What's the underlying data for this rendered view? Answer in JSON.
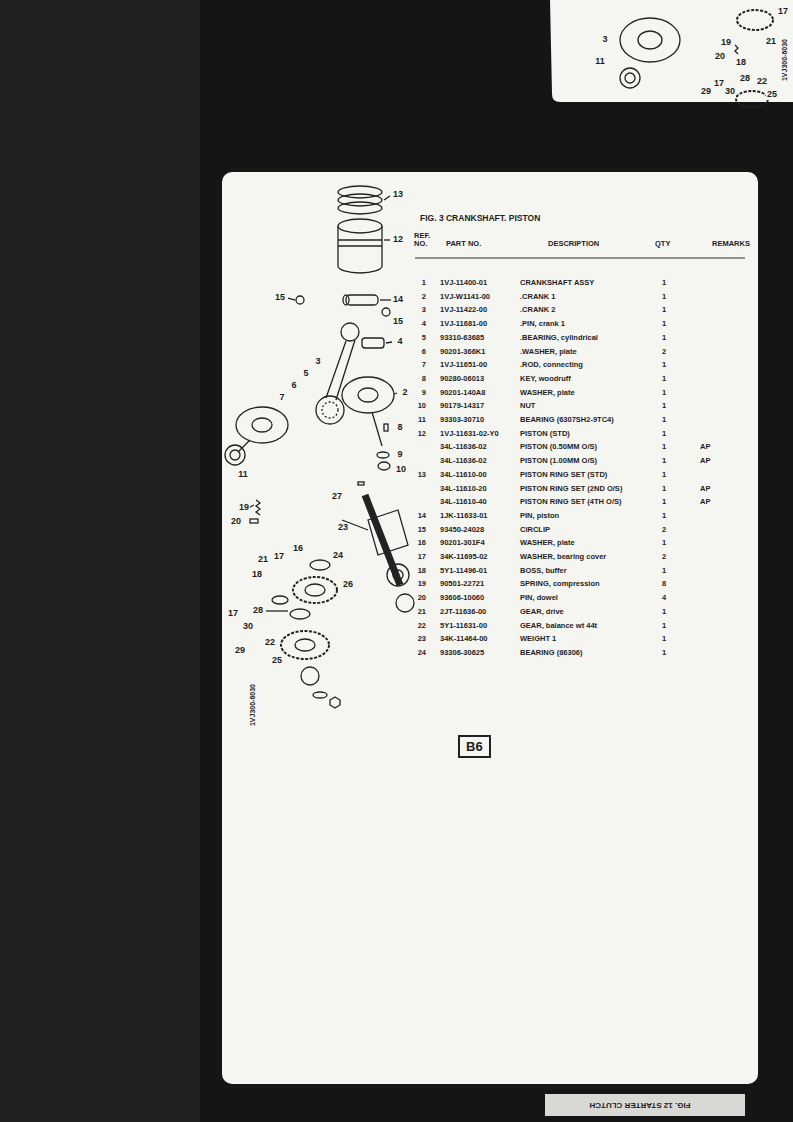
{
  "diagram": {
    "title": "FIG. 3 CRANKSHAFT. PISTON",
    "nodes": [
      {
        "text": [
          "B6"
        ]
      }
    ],
    "labels": [
      "REF. NO.",
      "PART NO.",
      "DESCRIPTION",
      "QTY",
      "REMARKS",
      "1",
      "1VJ-11400-01",
      "CRANKSHAFT ASSY",
      "1",
      "2",
      "1VJ-W1141-00",
      ".CRANK 1",
      "1",
      "3",
      "1VJ-11422-00",
      ".CRANK 2",
      "1",
      "4",
      "1VJ-11681-00",
      ".PIN, crank 1",
      "1",
      "5",
      "93310-63685",
      ".BEARING, cylindrical",
      "1",
      "6",
      "90201-366K1",
      ".WASHER, plate",
      "2",
      "7",
      "1VJ-11651-00",
      ".ROD, connecting",
      "1",
      "8",
      "90280-06013",
      "KEY, woodruff",
      "1",
      "9",
      "90201-140A8",
      "WASHER, plate",
      "1",
      "10",
      "90179-14317",
      "NUT",
      "1",
      "11",
      "93303-30710",
      "BEARING (6307SH2-9TC4)",
      "1",
      "12",
      "1VJ-11631-02-Y0",
      "PISTON (STD)",
      "1",
      "34L-11636-02",
      "PISTON (0.50MM O/S)",
      "1",
      "AP",
      "34L-11636-02",
      "PISTON (1.00MM O/S)",
      "1",
      "AP",
      "13",
      "34L-11610-00",
      "PISTON RING SET (STD)",
      "1",
      "34L-11610-20",
      "PISTON RING SET (2ND O/S)",
      "1",
      "AP",
      "34L-11610-40",
      "PISTON RING SET (4TH O/S)",
      "1",
      "AP",
      "14",
      "1JK-11633-01",
      "PIN, piston",
      "1",
      "15",
      "93450-24028",
      "CIRCLIP",
      "2",
      "16",
      "90201-301F4",
      "WASHER, plate",
      "1",
      "17",
      "34K-11695-02",
      "WASHER, bearing cover",
      "2",
      "18",
      "5Y1-11496-01",
      "BOSS, buffer",
      "1",
      "19",
      "90501-22721",
      "SPRING, compression",
      "8",
      "20",
      "93606-10060",
      "PIN, dowel",
      "4",
      "21",
      "2JT-11636-00",
      "GEAR, drive",
      "1",
      "22",
      "5Y1-11631-00",
      "GEAR, balance wt 44t",
      "1",
      "23",
      "34K-11464-00",
      "WEIGHT 1",
      "1",
      "24",
      "93306-30625",
      "BEARING (86306)",
      "1",
      "13",
      "12",
      "15",
      "14",
      "15",
      "4",
      "3",
      "5",
      "6",
      "7",
      "2",
      "8",
      "9",
      "10",
      "11",
      "19",
      "20",
      "27",
      "23",
      "16",
      "17",
      "21",
      "18",
      "24",
      "26",
      "17",
      "28",
      "22",
      "25",
      "30",
      "29",
      "1VJ300-6030",
      "3",
      "11",
      "17",
      "21",
      "19",
      "20",
      "18",
      "17",
      "28",
      "22",
      "25",
      "30",
      "29",
      "1VJ300-6030",
      "FIG. 12 STARTER CLUTCH"
    ]
  }
}
